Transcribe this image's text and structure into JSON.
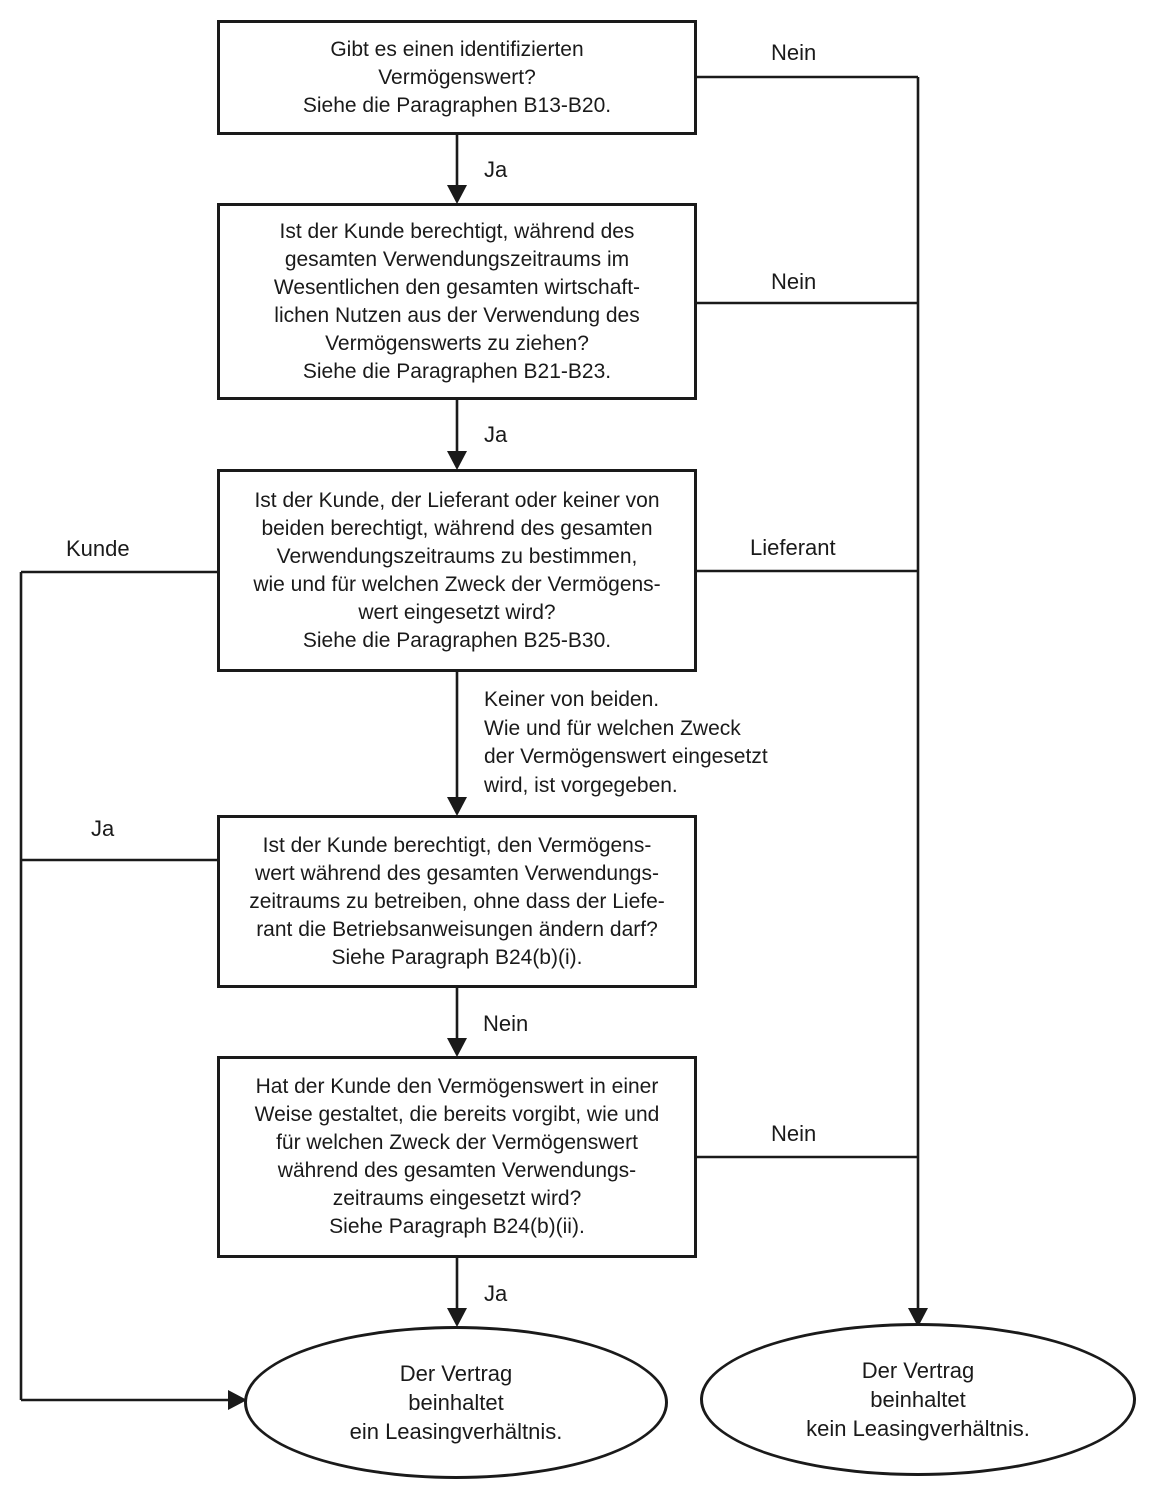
{
  "flowchart": {
    "colors": {
      "line": "#1a1a1a",
      "text": "#1a1a1a",
      "background": "#ffffff"
    },
    "nodes": {
      "q1": {
        "text": "Gibt es einen identifizierten\nVermögenswert?\nSiehe die Paragraphen B13-B20."
      },
      "q2": {
        "text": "Ist der Kunde berechtigt, während des\ngesamten Verwendungszeitraums im\nWesentlichen den gesamten wirtschaft-\nlichen Nutzen aus der Verwendung des\nVermögenswerts zu ziehen?\nSiehe die Paragraphen B21-B23."
      },
      "q3": {
        "text": "Ist der Kunde, der Lieferant oder keiner von\nbeiden berechtigt, während des gesamten\nVerwendungszeitraums zu bestimmen,\nwie und für welchen Zweck der Vermögens-\nwert eingesetzt wird?\nSiehe die Paragraphen B25-B30."
      },
      "q4": {
        "text": "Ist der Kunde berechtigt, den Vermögens-\nwert während des gesamten Verwendungs-\nzeitraums zu betreiben, ohne dass der Liefe-\nrant die Betriebsanweisungen ändern darf?\nSiehe Paragraph B24(b)(i)."
      },
      "q5": {
        "text": "Hat der Kunde den Vermögenswert in einer\nWeise gestaltet, die bereits vorgibt, wie und\nfür welchen Zweck der Vermögenswert\nwährend des gesamten Verwendungs-\nzeitraums eingesetzt wird?\nSiehe Paragraph B24(b)(ii)."
      },
      "end_lease": {
        "text": "Der Vertrag\nbeinhaltet\nein Leasingverhältnis."
      },
      "end_no_lease": {
        "text": "Der Vertrag\nbeinhaltet\nkein Leasingverhältnis."
      }
    },
    "edge_labels": {
      "q1_ja": "Ja",
      "q1_nein": "Nein",
      "q2_ja": "Ja",
      "q2_nein": "Nein",
      "q3_kunde": "Kunde",
      "q3_lieferant": "Lieferant",
      "q3_keiner": "Keiner von beiden.\nWie und für welchen Zweck\nder Vermögenswert eingesetzt\nwird, ist vorgegeben.",
      "q4_ja": "Ja",
      "q4_nein": "Nein",
      "q5_ja": "Ja",
      "q5_nein": "Nein"
    }
  }
}
